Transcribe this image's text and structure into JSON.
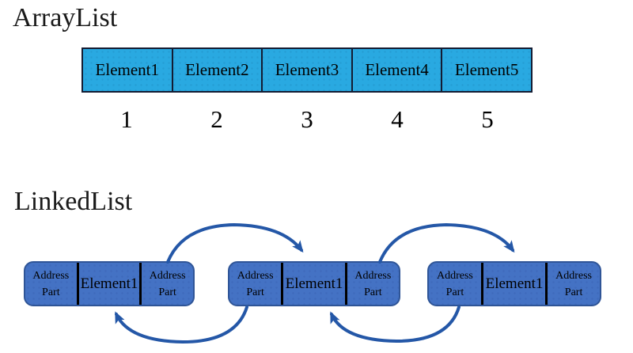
{
  "colors": {
    "background": "#ffffff",
    "array_cell_fill": "#29a9e1",
    "array_border": "#131c33",
    "node_fill": "#4472c4",
    "node_border": "#2f5597",
    "node_divider": "#000000",
    "arrow": "#2457a7",
    "text": "#000000"
  },
  "arraylist": {
    "title": "ArrayList",
    "cells": [
      "Element1",
      "Element2",
      "Element3",
      "Element4",
      "Element5"
    ],
    "indices": [
      "1",
      "2",
      "3",
      "4",
      "5"
    ]
  },
  "linkedlist": {
    "title": "LinkedList",
    "nodes": [
      {
        "parts": [
          "Address Part",
          "Element1",
          "Address Part"
        ]
      },
      {
        "parts": [
          "Address Part",
          "Element1",
          "Address Part"
        ]
      },
      {
        "parts": [
          "Address Part",
          "Element1",
          "Address Part"
        ]
      }
    ]
  }
}
